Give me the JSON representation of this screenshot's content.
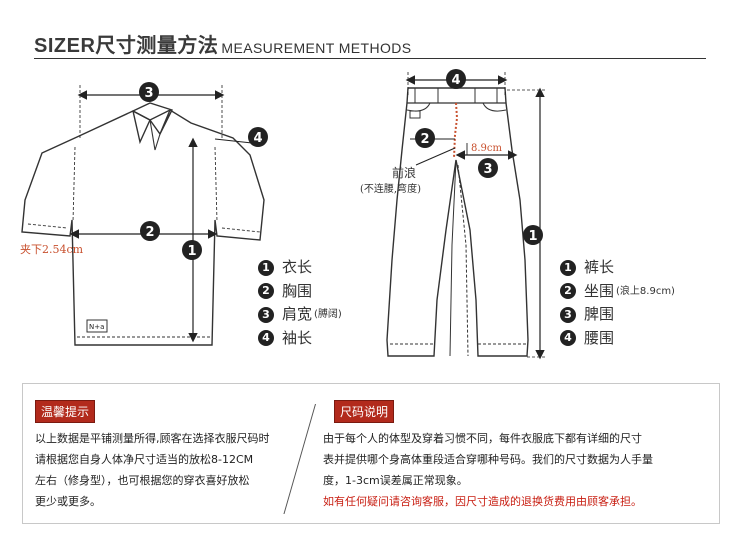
{
  "header": {
    "title_cn": "SIZER尺寸测量方法",
    "title_en": "MEASUREMENT METHODS"
  },
  "labels": {
    "shirt_armpit": "夹下2.54cm",
    "pants_front": "前浪",
    "pants_front_note": "(不连腰,弯度)",
    "pants_hip_height": "8.9cm",
    "shirt_tag": "N+a"
  },
  "markers": [
    "1",
    "2",
    "3",
    "4"
  ],
  "shirt_legend": [
    {
      "num": "1",
      "label": "衣长",
      "note": ""
    },
    {
      "num": "2",
      "label": "胸围",
      "note": ""
    },
    {
      "num": "3",
      "label": "肩宽",
      "note": "(膊阔)"
    },
    {
      "num": "4",
      "label": "袖长",
      "note": ""
    }
  ],
  "pants_legend": [
    {
      "num": "1",
      "label": "裤长",
      "note": ""
    },
    {
      "num": "2",
      "label": "坐围",
      "note": "(浪上8.9cm)"
    },
    {
      "num": "3",
      "label": "脾围",
      "note": ""
    },
    {
      "num": "4",
      "label": "腰围",
      "note": ""
    }
  ],
  "notes": {
    "tips_title": "温馨提示",
    "tips_lines": [
      "以上数据是平铺测量所得,顾客在选择衣服尺码时",
      "请根据您自身人体净尺寸适当的放松8-12CM",
      "左右（修身型），也可根据您的穿衣喜好放松",
      "更少或更多。"
    ],
    "size_title": "尺码说明",
    "size_lines": [
      "由于每个人的体型及穿着习惯不同，每件衣服底下都有详细的尺寸",
      "表并提供哪个身高体重段适合穿哪种号码。我们的尺寸数据为人手量",
      "度，1-3cm误差属正常现象。"
    ],
    "size_warning": "如有任何疑问请咨询客服，因尺寸造成的退换货费用由顾客承担。"
  }
}
